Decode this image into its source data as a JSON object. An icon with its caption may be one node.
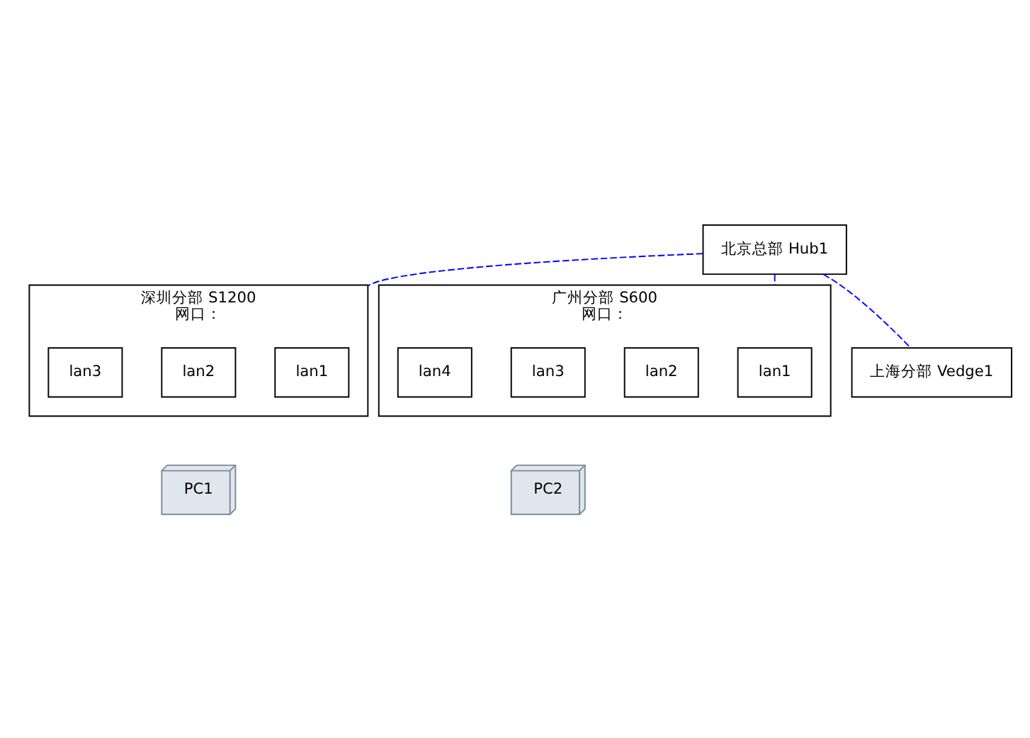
{
  "diagram": {
    "nodes": [
      {
        "text": [
          "北京总部 Hub1"
        ]
      },
      {
        "text": [
          "深圳分部 S1200",
          "网口："
        ]
      },
      {
        "text": [
          "lan1"
        ],
        "in": 1
      },
      {
        "text": [
          "lan2"
        ],
        "in": 1
      },
      {
        "text": [
          "lan3"
        ],
        "in": 1
      },
      {
        "text": [
          "广州分部 S600",
          "网口："
        ]
      },
      {
        "text": [
          "lan1"
        ],
        "in": 5
      },
      {
        "text": [
          "lan2"
        ],
        "in": 5
      },
      {
        "text": [
          "lan3"
        ],
        "in": 5
      },
      {
        "text": [
          "lan4"
        ],
        "in": 5
      },
      {
        "text": [
          "上海分部 Vedge1"
        ]
      },
      {
        "text": [
          "PC1"
        ]
      },
      {
        "text": [
          "PC2"
        ]
      }
    ],
    "edges": [
      {
        "from": 0,
        "to": 1,
        "arrow": "none",
        "style": "dashed",
        "color": "#0000ff"
      },
      {
        "from": 0,
        "to": 5,
        "arrow": "none",
        "style": "dashed",
        "color": "#0000ff"
      },
      {
        "from": 0,
        "to": 10,
        "arrow": "none",
        "style": "dashed",
        "color": "#0000ff"
      }
    ]
  }
}
